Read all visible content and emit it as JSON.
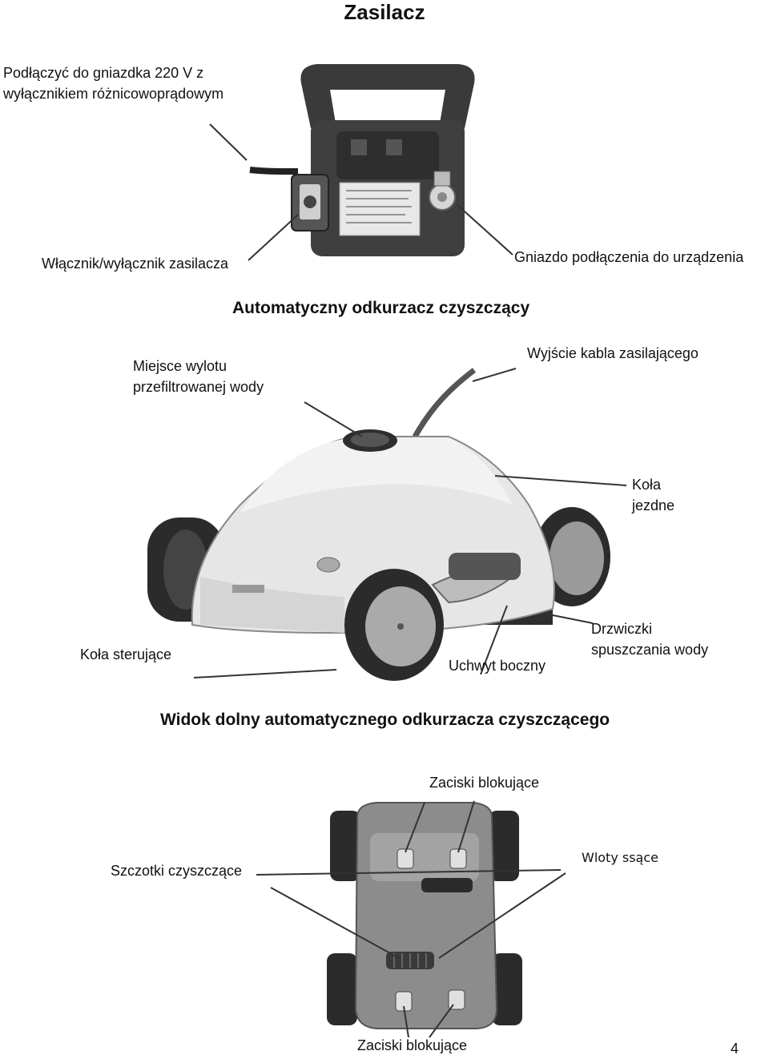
{
  "page": {
    "title": "Zasilacz",
    "page_number": "4"
  },
  "power_supply": {
    "note_line1": "Podłączyć do gniazdka 220 V z",
    "note_line2": "wyłącznikiem różnicowoprądowym",
    "switch_label": "Włącznik/wyłącznik zasilacza",
    "socket_label": "Gniazdo podłączenia do urządzenia"
  },
  "robot_top": {
    "heading": "Automatyczny odkurzacz czyszczący",
    "outlet_line1": "Miejsce wylotu",
    "outlet_line2": "przefiltrowanej wody",
    "cable_label": "Wyjście kabla zasilającego",
    "drive_wheels_line1": "Koła",
    "drive_wheels_line2": "jezdne",
    "steering_wheels": "Koła sterujące",
    "side_handle": "Uchwyt  boczny",
    "drain_door_line1": "Drzwiczki",
    "drain_door_line2": "spuszczania wody"
  },
  "robot_bottom": {
    "heading": "Widok dolny automatycznego odkurzacza czyszczącego",
    "clamps_top": "Zaciski blokujące",
    "brushes": "Szczotki czyszczące",
    "suction": "Wloty ssące",
    "clamps_bottom": "Zaciski blokujące"
  }
}
